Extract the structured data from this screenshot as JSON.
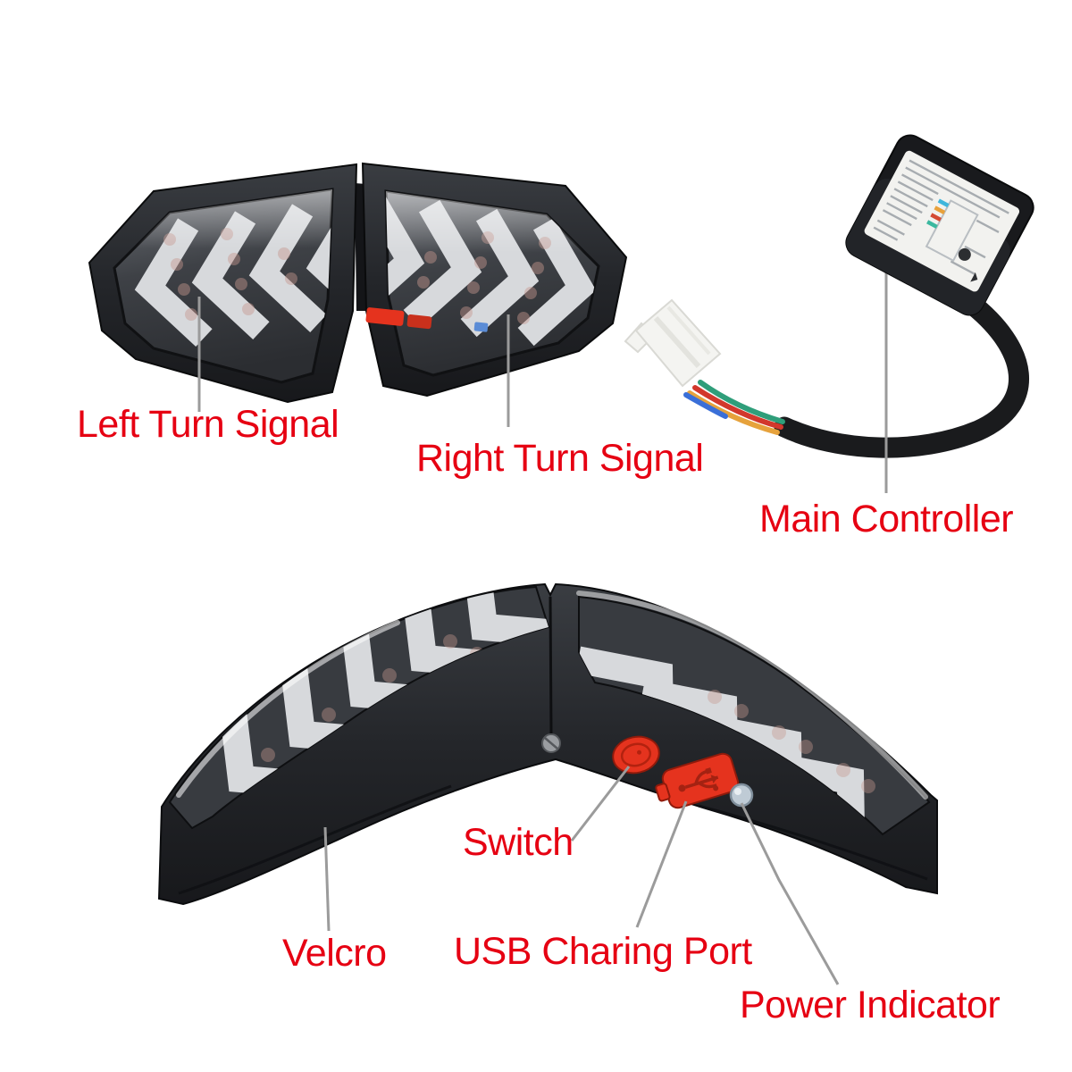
{
  "page": {
    "background": "#ffffff",
    "description_labels_visible": 7
  },
  "labels": {
    "left_turn_signal": "Left Turn Signal",
    "right_turn_signal": "Right Turn Signal",
    "main_controller": "Main Controller",
    "switch": "Switch",
    "velcro": "Velcro",
    "usb_charing_port": "USB Charing Port",
    "power_indicator": "Power Indicator"
  },
  "colors": {
    "label-red": "#e60012",
    "leader-gray": "#9b9b9b",
    "part-red": "#e5331e",
    "indicator-blue": "#bfcbd5",
    "body-dark": "#202327",
    "lens-dark": "#383b40",
    "chevron-light": "#d7d9dc",
    "wire-green": "#2f9e7a",
    "wire-red": "#d2382c",
    "wire-orange": "#e6a23c",
    "wire-blue": "#3a6fd8",
    "connector-white": "#f4f4f1",
    "controller-label-white": "#f2f2ef"
  },
  "icons": {
    "usb": "usb-trident-icon",
    "screw": "screw-icon",
    "chevron_left": "chevron-arrows-left-icon",
    "chevron_right": "chevron-arrows-right-icon",
    "controller_info": "wiring-info-label"
  }
}
